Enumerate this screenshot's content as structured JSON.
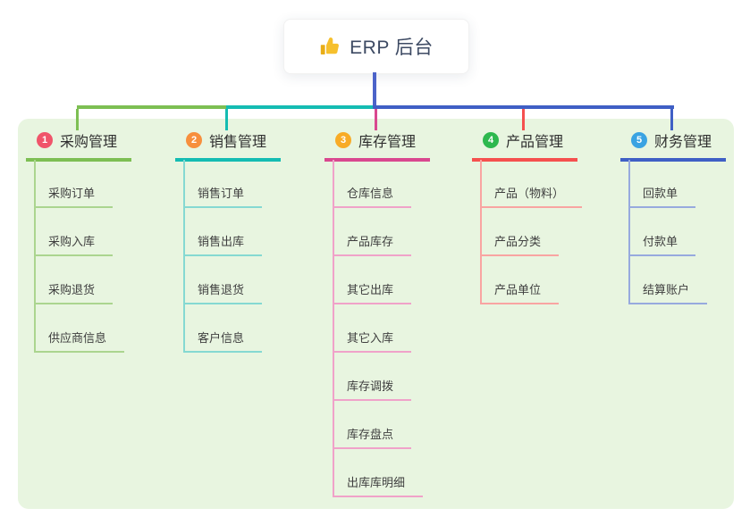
{
  "root": {
    "label": "ERP 后台",
    "icon": "thumbs-up",
    "icon_color": "#f6c02d"
  },
  "colors": {
    "panel_bg": "#e8f5e0",
    "canvas_bg": "#ffffff",
    "root_connector": "#4c63c9",
    "header_text": "#2f2f2f",
    "child_text": "#3f3f3f"
  },
  "branches": [
    {
      "index": "1",
      "label": "采购管理",
      "badge_color": "#f0546a",
      "line_color": "#7dbf53",
      "child_line_color": "#abd58f",
      "children": [
        "采购订单",
        "采购入库",
        "采购退货",
        "供应商信息"
      ]
    },
    {
      "index": "2",
      "label": "销售管理",
      "badge_color": "#f78f3d",
      "line_color": "#14bcb2",
      "child_line_color": "#85d9d2",
      "children": [
        "销售订单",
        "销售出库",
        "销售退货",
        "客户信息"
      ]
    },
    {
      "index": "3",
      "label": "库存管理",
      "badge_color": "#f8ab26",
      "line_color": "#d9488f",
      "child_line_color": "#f0a2c9",
      "children": [
        "仓库信息",
        "产品库存",
        "其它出库",
        "其它入库",
        "库存调拨",
        "库存盘点",
        "出库库明细"
      ]
    },
    {
      "index": "4",
      "label": "产品管理",
      "badge_color": "#2db84e",
      "line_color": "#f5504e",
      "child_line_color": "#f9a4a2",
      "children": [
        "产品（物料）",
        "产品分类",
        "产品单位"
      ]
    },
    {
      "index": "5",
      "label": "财务管理",
      "badge_color": "#3aa3e2",
      "line_color": "#3f5fc5",
      "child_line_color": "#97aade",
      "children": [
        "回款单",
        "付款单",
        "结算账户"
      ]
    }
  ]
}
